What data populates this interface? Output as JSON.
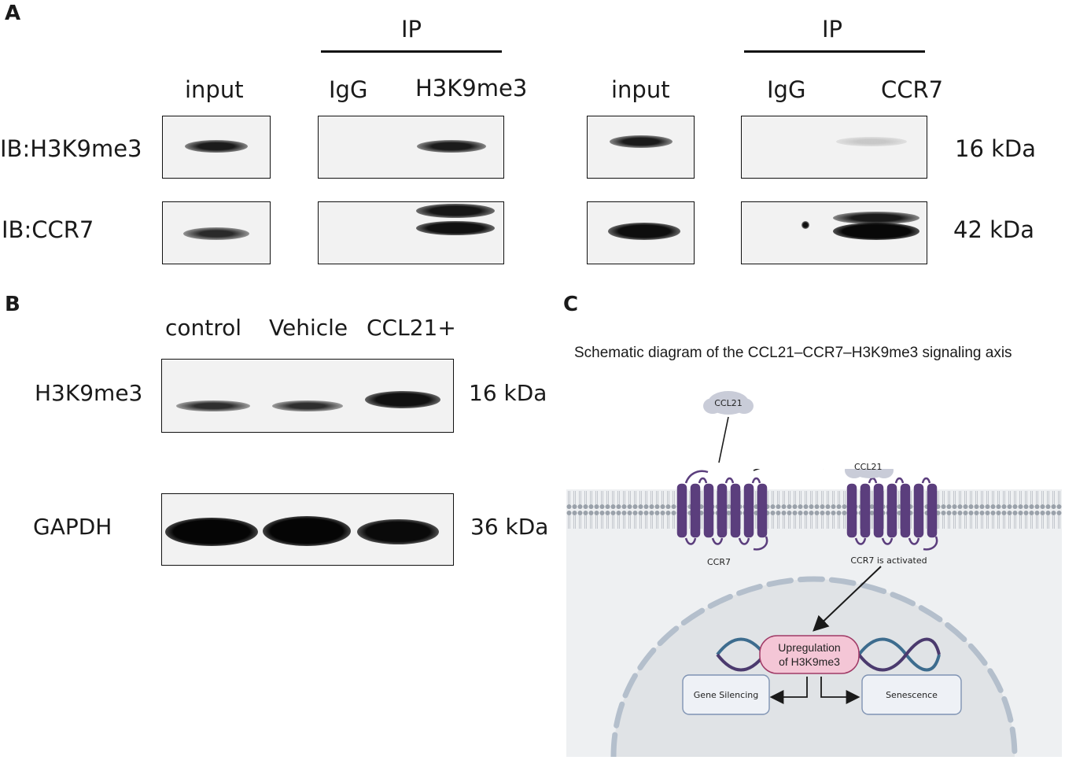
{
  "panel_a": {
    "letter": "A",
    "left_group": {
      "ip_label": "IP",
      "lanes": [
        "input",
        "IgG",
        "H3K9me3"
      ]
    },
    "right_group": {
      "ip_label": "IP",
      "lanes": [
        "input",
        "IgG",
        "CCR7"
      ]
    },
    "row_labels": [
      "IB:H3K9me3",
      "IB:CCR7"
    ],
    "mw_labels": [
      "16 kDa",
      "42 kDa"
    ]
  },
  "panel_b": {
    "letter": "B",
    "lanes": [
      "control",
      "Vehicle",
      "CCL21+"
    ],
    "row_labels": [
      "H3K9me3",
      "GAPDH"
    ],
    "mw_labels": [
      "16 kDa",
      "36 kDa"
    ]
  },
  "panel_c": {
    "letter": "C",
    "title": "Schematic diagram of the CCL21–CCR7–H3K9me3 signaling axis",
    "ligand_label": "CCL21",
    "bound_ligand_label": "CCL21",
    "receptor_label": "CCR7",
    "activated_label": "CCR7 is activated",
    "upregulation_line1": "Upregulation",
    "upregulation_line2": "of H3K9me3",
    "outcome_left": "Gene Silencing",
    "outcome_right": "Senescence",
    "colors": {
      "receptor": "#5b3e7d",
      "membrane": "#9aa1aa",
      "cytoplasm": "#eef0f2",
      "nucleus": "#e0e3e6",
      "highlight": "#f4c6d6",
      "dna_blue": "#3d6c8e",
      "dna_purple": "#4b3a6e"
    }
  }
}
